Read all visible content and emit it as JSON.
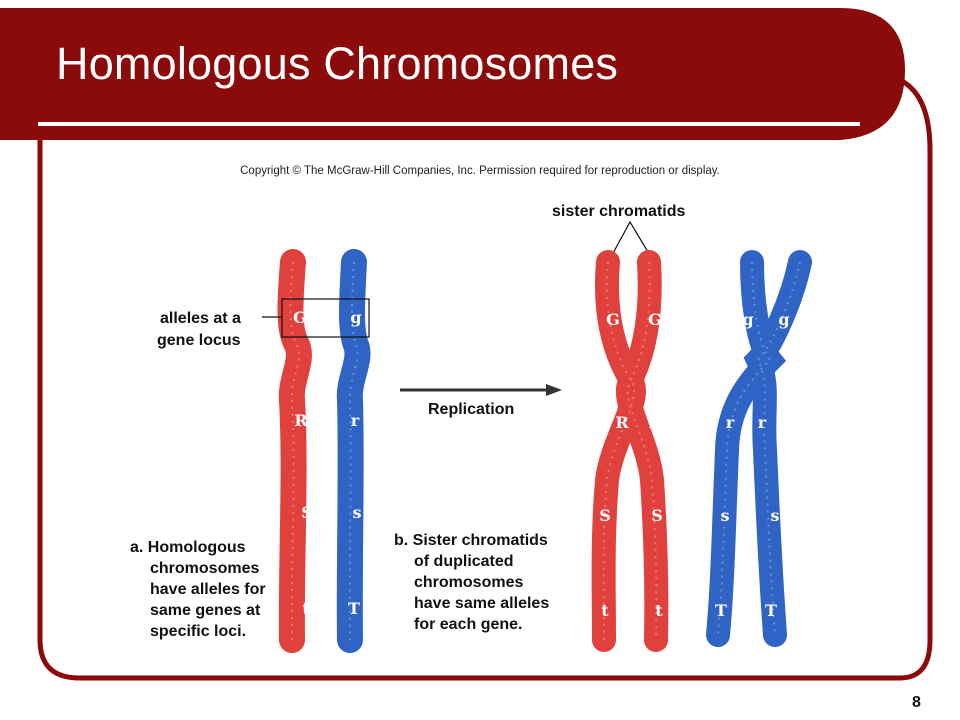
{
  "slide": {
    "title": "Homologous Chromosomes",
    "copyright": "Copyright © The McGraw-Hill  Companies, Inc. Permission required for reproduction or display.",
    "page_number": "8"
  },
  "labels": {
    "sister_chromatids": "sister chromatids",
    "alleles_line1": "alleles at a",
    "alleles_line2": "gene locus",
    "replication": "Replication"
  },
  "caption_a": [
    "a. Homologous",
    "chromosomes",
    "have alleles for",
    "same genes at",
    "specific loci."
  ],
  "caption_b": [
    "b. Sister chromatids",
    "of duplicated",
    "chromosomes",
    "have same alleles",
    "for each gene."
  ],
  "homologous_pair": {
    "red": [
      "G",
      "R",
      "S",
      "t"
    ],
    "blue": [
      "g",
      "r",
      "s",
      "T"
    ]
  },
  "duplicated_red": {
    "left": [
      "G",
      "R",
      "S",
      "t"
    ],
    "right": [
      "G",
      "R",
      "S",
      "t"
    ]
  },
  "duplicated_blue": {
    "left": [
      "g",
      "r",
      "s",
      "T"
    ],
    "right": [
      "g",
      "r",
      "s",
      "T"
    ]
  },
  "colors": {
    "frame": "#8b0a0a",
    "red_chromosome": "#e0413c",
    "blue_chromosome": "#2f63c4"
  }
}
